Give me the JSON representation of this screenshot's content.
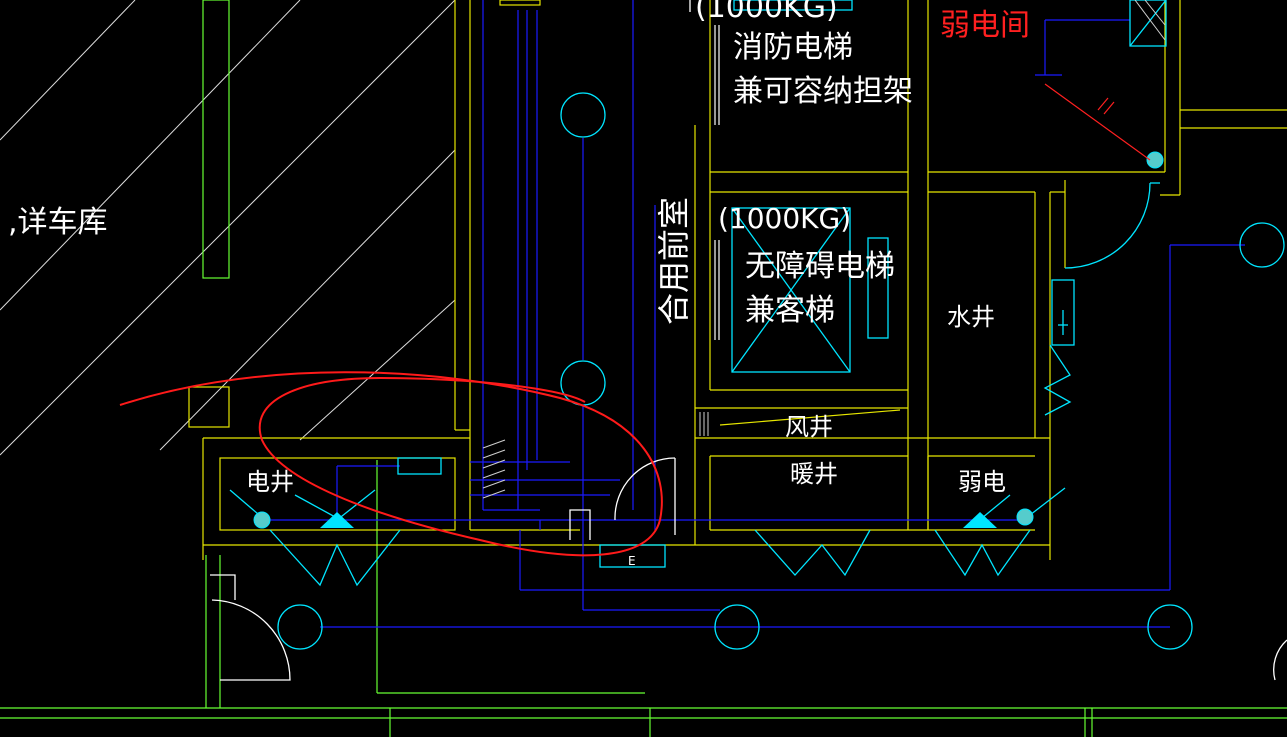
{
  "drawing": {
    "labels": {
      "top_elevator_capacity": "(1000KG)",
      "fire_elevator_line1": "消防电梯",
      "fire_elevator_line2": "兼可容纳担架",
      "weak_current_room": "弱电间",
      "garage_note": ",详车库",
      "shared_room": "合用前室",
      "access_elevator_capacity": "(1000KG)",
      "access_elevator_line1": "无障碍电梯",
      "access_elevator_line2": "兼客梯",
      "water_shaft": "水井",
      "air_shaft": "风井",
      "heating_shaft": "暖井",
      "electric_shaft": "电井",
      "weak_current_shaft": "弱电",
      "door_tag": "E"
    },
    "colors": {
      "background": "#000000",
      "wall_yellow": "#e6e600",
      "line_green": "#66ff33",
      "pipe_blue": "#1a1aff",
      "axis_cyan": "#00e5ff",
      "text_white": "#ffffff",
      "text_red": "#ff2020",
      "markup_red": "#ff1a1a",
      "hatch_grey": "#cfcfcf"
    }
  }
}
